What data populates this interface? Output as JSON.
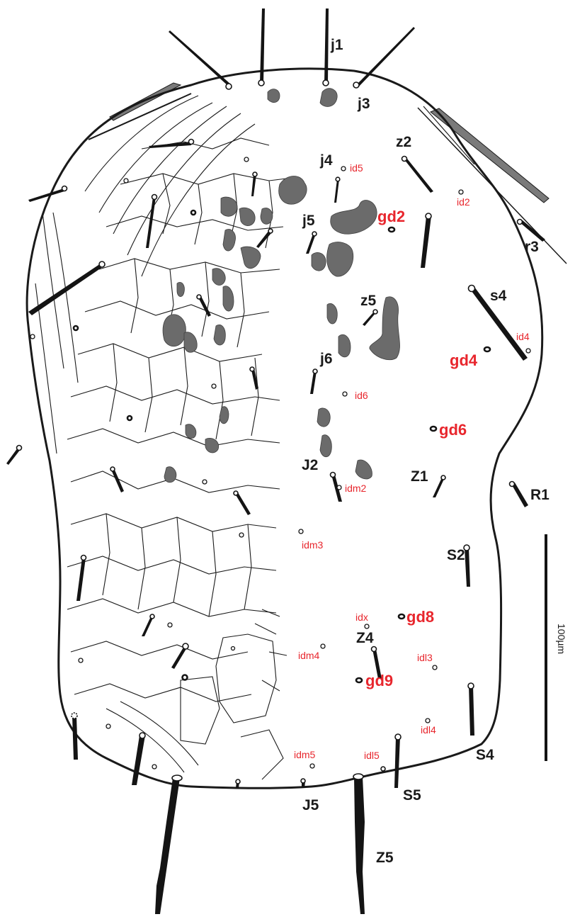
{
  "figure": {
    "setae_labels": {
      "j1": "j1",
      "j3": "j3",
      "j4": "j4",
      "z2": "z2",
      "j5": "j5",
      "r3": "r3",
      "z5": "z5",
      "s4": "s4",
      "j6": "j6",
      "J2": "J2",
      "Z1": "Z1",
      "R1": "R1",
      "S2": "S2",
      "Z4": "Z4",
      "S4": "S4",
      "J5": "J5",
      "S5": "S5",
      "Z5": "Z5"
    },
    "gland_labels": {
      "gd2": "gd2",
      "gd4": "gd4",
      "gd6": "gd6",
      "gd8": "gd8",
      "gd9": "gd9"
    },
    "pore_labels": {
      "id5": "id5",
      "id2": "id2",
      "id4": "id4",
      "id6": "id6",
      "idm2": "idm2",
      "idm3": "idm3",
      "idx": "idx",
      "idm4": "idm4",
      "idl3": "idl3",
      "idl4": "idl4",
      "idm5": "idm5",
      "idl5": "idl5"
    },
    "scale_bar_label": "100µm",
    "colors": {
      "red_label": "#e8262d",
      "black": "#1a1a1a",
      "spot_gray": "#6b6b6b"
    }
  }
}
